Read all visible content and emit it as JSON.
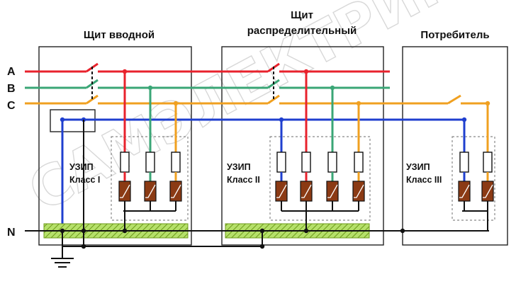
{
  "watermark": "САМЭЛЕКТРИК",
  "panels": {
    "input": {
      "title": "Щит вводной",
      "spd_label_line1": "УЗИП",
      "spd_label_line2": "Класс I"
    },
    "distribution": {
      "title_line1": "Щит",
      "title_line2": "распределительный",
      "spd_label_line1": "УЗИП",
      "spd_label_line2": "Класс II"
    },
    "consumer": {
      "title": "Потребитель",
      "spd_label_line1": "УЗИП",
      "spd_label_line2": "Класс III"
    }
  },
  "lines": {
    "a": {
      "label": "A",
      "color": "#e8222c"
    },
    "b": {
      "label": "B",
      "color": "#3aa676"
    },
    "c": {
      "label": "C",
      "color": "#f0a020"
    },
    "n": {
      "label": "N",
      "color": "#111111"
    },
    "pe": {
      "color": "#1f3fcf"
    }
  },
  "colors": {
    "ground_bus": "#9acd32",
    "varistor": "#8b3a14",
    "dashed_box": "#888888"
  }
}
